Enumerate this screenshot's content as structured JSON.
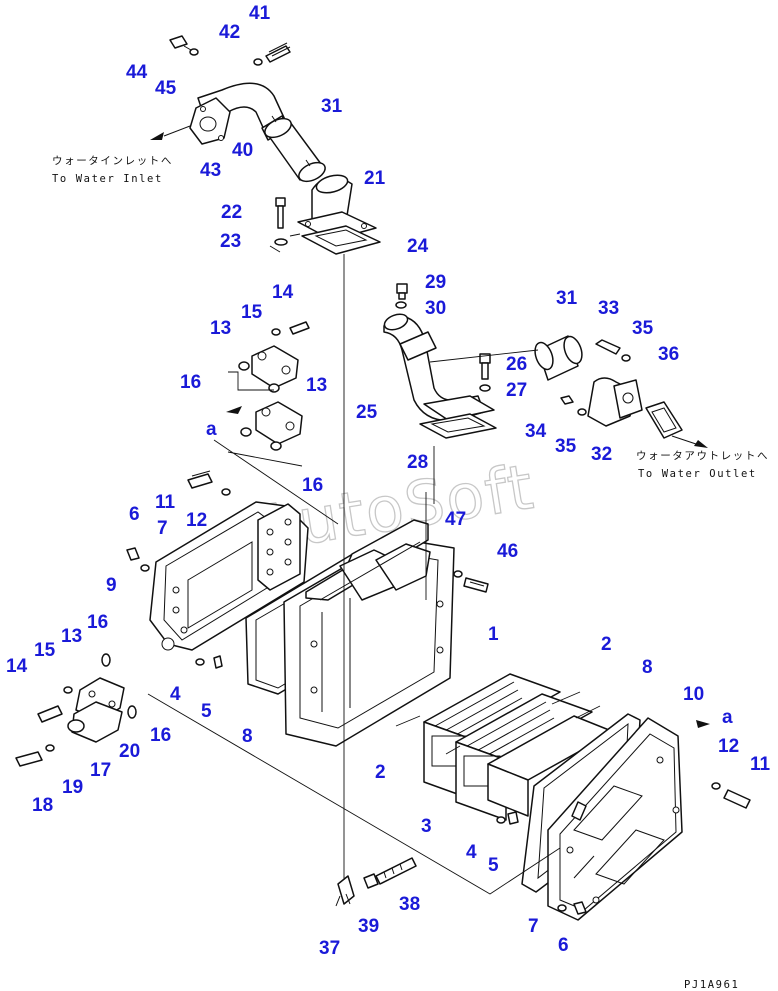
{
  "diagram": {
    "part_numbers": [
      "1",
      "2",
      "3",
      "4",
      "5",
      "6",
      "7",
      "8",
      "9",
      "10",
      "11",
      "12",
      "13",
      "14",
      "15",
      "16",
      "17",
      "18",
      "19",
      "20",
      "21",
      "22",
      "23",
      "24",
      "25",
      "26",
      "27",
      "28",
      "29",
      "30",
      "31",
      "32",
      "33",
      "34",
      "35",
      "36",
      "37",
      "38",
      "39",
      "40",
      "41",
      "42",
      "43",
      "44",
      "45",
      "46",
      "47",
      "a"
    ],
    "callouts": [
      "41",
      "42",
      "44",
      "45",
      "31",
      "40",
      "43",
      "21",
      "22",
      "23",
      "24",
      "29",
      "30",
      "31b",
      "33",
      "35",
      "36",
      "26",
      "27",
      "25",
      "34",
      "35b",
      "32",
      "28",
      "14",
      "15",
      "13",
      "16",
      "13b",
      "a",
      "16b",
      "11",
      "12",
      "6",
      "7",
      "47",
      "46",
      "9",
      "1",
      "2",
      "8",
      "10",
      "16c",
      "13c",
      "14b",
      "15b",
      "4",
      "5",
      "8b",
      "20",
      "16d",
      "17",
      "18",
      "19",
      "a2",
      "12b",
      "11b",
      "2b",
      "3",
      "4b",
      "5b",
      "7b",
      "6b",
      "38",
      "39",
      "37"
    ],
    "notes": {
      "water_inlet_jp": "ウォータインレットへ",
      "water_inlet_en": "To Water Inlet",
      "water_outlet_jp": "ウォータアウトレットへ",
      "water_outlet_en": "To Water Outlet"
    },
    "watermark": "AutoSoft",
    "drawing_code": "PJ1A961"
  },
  "labels": {
    "41": "41",
    "42": "42",
    "44": "44",
    "45": "45",
    "31": "31",
    "40": "40",
    "43": "43",
    "21": "21",
    "22": "22",
    "23": "23",
    "24": "24",
    "29": "29",
    "30": "30",
    "31b": "31",
    "33": "33",
    "35": "35",
    "36": "36",
    "26": "26",
    "27": "27",
    "25": "25",
    "34": "34",
    "35b": "35",
    "32": "32",
    "28": "28",
    "14": "14",
    "15": "15",
    "13": "13",
    "16": "16",
    "13b": "13",
    "a": "a",
    "16b": "16",
    "11": "11",
    "12": "12",
    "6": "6",
    "7": "7",
    "47": "47",
    "46": "46",
    "9": "9",
    "1": "1",
    "2": "2",
    "8": "8",
    "10": "10",
    "16c": "16",
    "13c": "13",
    "14b": "14",
    "15b": "15",
    "4": "4",
    "5": "5",
    "8b": "8",
    "20": "20",
    "16d": "16",
    "17": "17",
    "18": "18",
    "19": "19",
    "a2": "a",
    "12b": "12",
    "11b": "11",
    "2b": "2",
    "3": "3",
    "4b": "4",
    "5b": "5",
    "7b": "7",
    "6b": "6",
    "38": "38",
    "39": "39",
    "37": "37"
  }
}
